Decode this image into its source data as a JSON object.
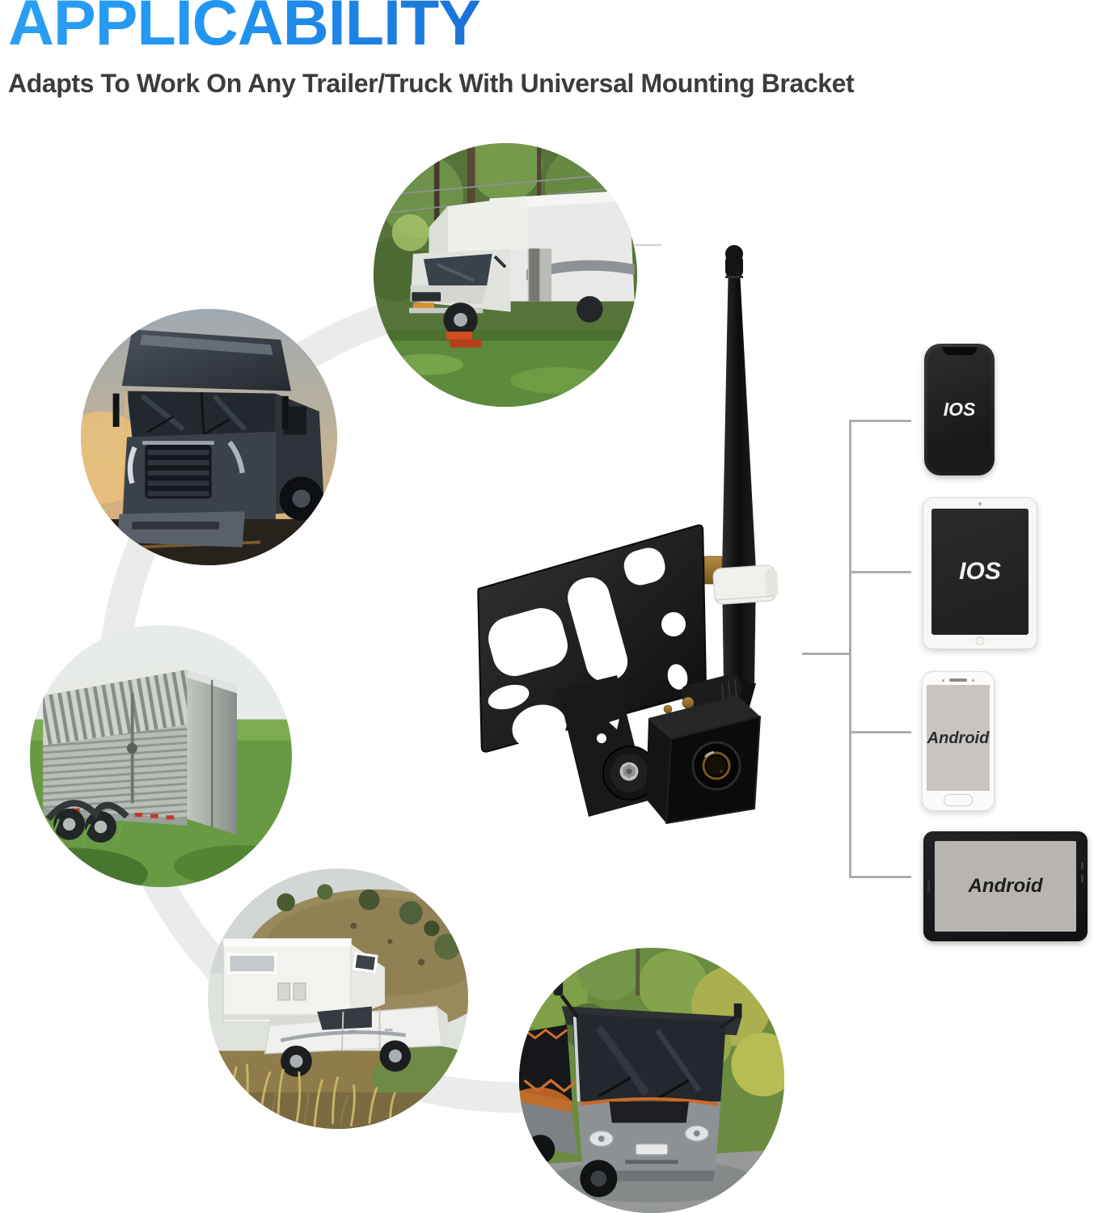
{
  "header": {
    "title": "APPLICABILITY",
    "subtitle": "Adapts To Work On Any Trailer/Truck With Universal Mounting Bracket"
  },
  "colors": {
    "title_blue_start": "#2b9ff2",
    "title_blue_end": "#1a71d4",
    "subtitle_gray": "#3c3c3c",
    "connector_line": "#adadad",
    "decorative_ring": "#ebebeb"
  },
  "vehicle_circles": [
    {
      "id": "rv-motorhome",
      "label": "Class-C RV motorhome parked among trees"
    },
    {
      "id": "semi-truck",
      "label": "Gray semi truck tractor at dusk"
    },
    {
      "id": "livestock-trailer",
      "label": "Aluminum livestock trailer on grass field"
    },
    {
      "id": "truck-camper",
      "label": "White pickup truck with slide-in camper by a hillside"
    },
    {
      "id": "coach-bus",
      "label": "Black and orange coach bus among trees"
    }
  ],
  "product": {
    "label": "Wireless backup camera with antenna on universal license-plate mounting bracket"
  },
  "devices": [
    {
      "id": "ios-phone",
      "form": "phone",
      "body": "black",
      "os_label": "IOS"
    },
    {
      "id": "ios-tablet",
      "form": "tablet",
      "body": "white",
      "os_label": "IOS"
    },
    {
      "id": "android-phone",
      "form": "phone",
      "body": "white",
      "os_label": "Android"
    },
    {
      "id": "android-tablet",
      "form": "tablet",
      "body": "black",
      "os_label": "Android"
    }
  ]
}
